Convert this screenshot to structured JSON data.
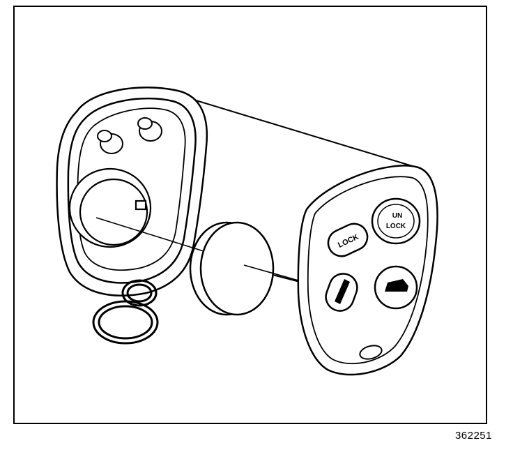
{
  "figure": {
    "id_label": "362251"
  },
  "fob_buttons": {
    "lock_label": "LOCK",
    "unlock_label_line1": "UN",
    "unlock_label_line2": "LOCK"
  },
  "icons": [
    "trunk-release-icon",
    "panic-car-icon",
    "led-indicator"
  ],
  "colors": {
    "line": "#000000",
    "background": "#ffffff"
  }
}
